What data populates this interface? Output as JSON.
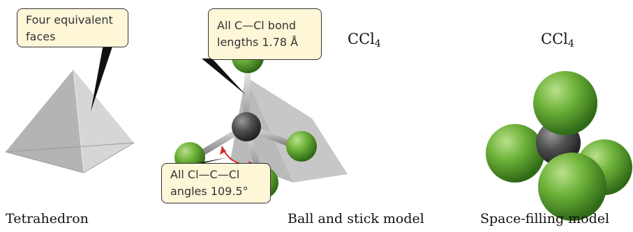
{
  "callouts": {
    "faces": {
      "line1": "Four equivalent",
      "line2": "faces"
    },
    "bond_length": {
      "line1": "All C—Cl bond",
      "line2": "lengths 1.78 Å"
    },
    "bond_angle": {
      "line1": "All Cl—C—Cl",
      "line2": "angles 109.5°"
    }
  },
  "formulas": {
    "ball_stick": {
      "symbol": "CCl",
      "subscript": "4"
    },
    "space_filling": {
      "symbol": "CCl",
      "subscript": "4"
    }
  },
  "captions": {
    "tetrahedron": "Tetrahedron",
    "ball_stick": "Ball and stick model",
    "space_filling": "Space-filling model"
  },
  "colors": {
    "chlorine": "#5aa52e",
    "carbon": "#4a4a4a",
    "tetrahedron": "#c8c8c8",
    "callout_fill": "#fdf7d8",
    "angle_arrow": "#d0312d"
  }
}
